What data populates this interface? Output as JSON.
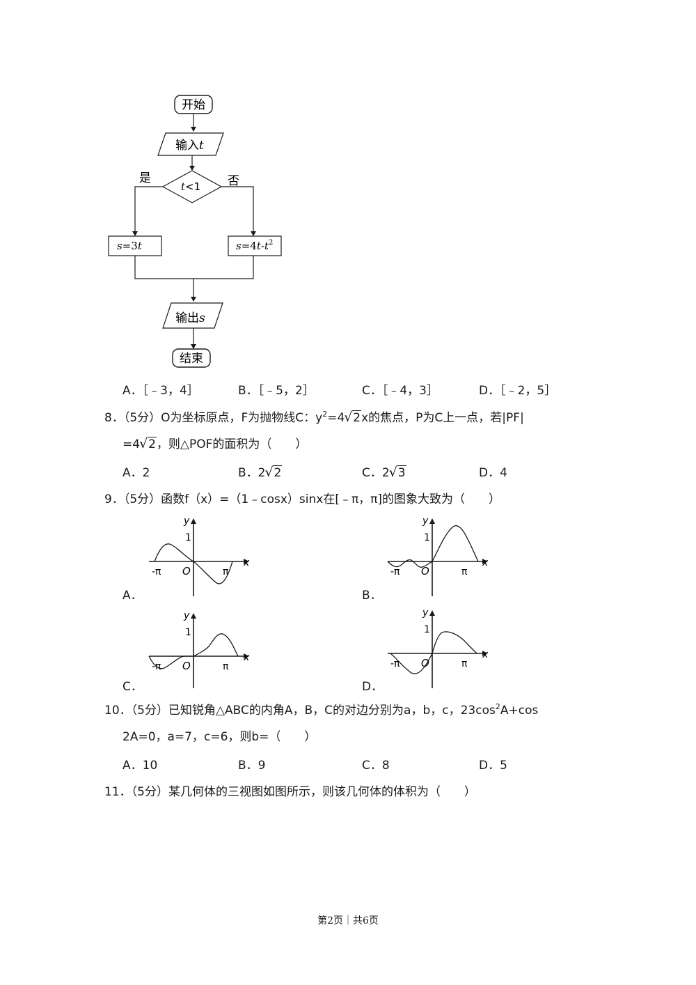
{
  "flowchart": {
    "start": "开始",
    "input_prefix": "输入",
    "input_var": "t",
    "cond_var": "t",
    "cond_rest": "<1",
    "yes": "是",
    "no": "否",
    "left_s": "s",
    "left_eq": "=3",
    "left_t": "t",
    "right_s": "s",
    "right_eq": "=4",
    "right_t1": "t",
    "right_minus": "-",
    "right_t2": "t",
    "right_exp": "2",
    "output_prefix": "输出",
    "output_var": "s",
    "end": "结束"
  },
  "q7_options": [
    "A．［﹣3，4］",
    "B．［﹣5，2］",
    "C．［﹣4，3］",
    "D．［﹣2，5］"
  ],
  "q8": {
    "line1_a": "8．（5分）O为坐标原点，F为抛物线C：y",
    "line1_sup": "2",
    "line1_b": "=4",
    "line1_rad": "2",
    "line1_c": "x的焦点，P为C上一点，若|PF|",
    "line2_a": "=4",
    "line2_rad": "2",
    "line2_b": "，则△POF的面积为（　　）",
    "opt_a": "A．2",
    "opt_b_pre": "B．2",
    "opt_b_rad": "2",
    "opt_c_pre": "C．2",
    "opt_c_rad": "3",
    "opt_d": "D．4"
  },
  "q9": {
    "stem": "9．（5分）函数f（x）=（1﹣cosx）sinx在[﹣π，π]的图象大致为（　　）",
    "graphs": [
      {
        "label": "A．",
        "y": "y",
        "one": "1",
        "neg_pi": "-π",
        "o": "O",
        "pi": "π",
        "x": "x"
      },
      {
        "label": "B．",
        "y": "y",
        "one": "1",
        "neg_pi": "-π",
        "o": "O",
        "pi": "π",
        "x": "x"
      },
      {
        "label": "C．",
        "y": "y",
        "one": "1",
        "neg_pi": "-π",
        "o": "O",
        "pi": "π",
        "x": "x"
      },
      {
        "label": "D．",
        "y": "y",
        "one": "1",
        "neg_pi": "-π",
        "o": "O",
        "pi": "π",
        "x": "x"
      }
    ]
  },
  "q10": {
    "line1_a": "10．（5分）已知锐角△ABC的内角A，B，C的对边分别为a，b，c，23cos",
    "line1_sup": "2",
    "line1_b": "A+cos",
    "line2": "2A=0，a=7，c=6，则b=（　　）",
    "options": [
      "A．10",
      "B．9",
      "C．8",
      "D．5"
    ]
  },
  "q11": {
    "stem": "11．（5分）某几何体的三视图如图所示，则该几何体的体积为（　　）"
  },
  "footer": "第2页｜共6页"
}
